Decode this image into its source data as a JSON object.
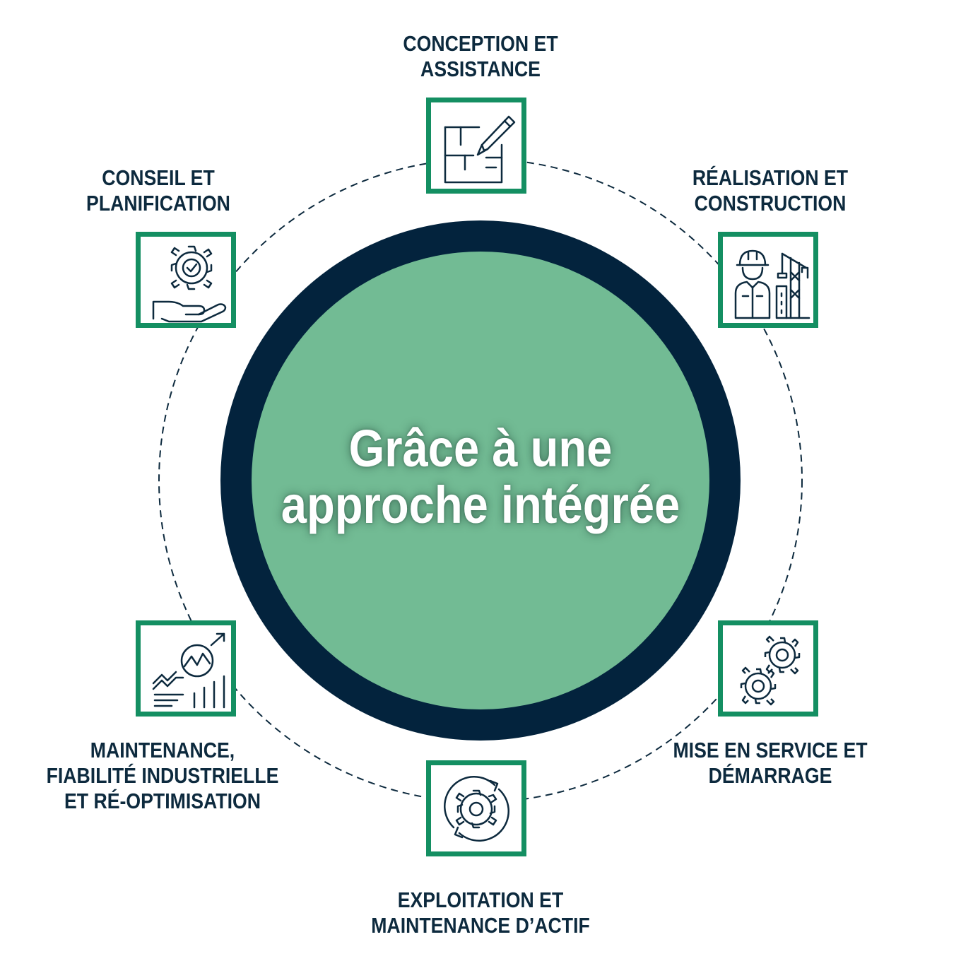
{
  "center": {
    "line1": "Grâce à une",
    "line2": "approche intégrée"
  },
  "colors": {
    "ring": "#03233d",
    "disk": "#72bb94",
    "box_border": "#148f62",
    "text": "#0d2a3e"
  },
  "steps": [
    {
      "line1": "CONCEPTION ET",
      "line2": "ASSISTANCE",
      "icon": "blueprint-pencil-icon"
    },
    {
      "line1": "RÉALISATION ET",
      "line2": "CONSTRUCTION",
      "icon": "worker-crane-icon"
    },
    {
      "line1": "MISE EN SERVICE ET",
      "line2": "DÉMARRAGE",
      "icon": "gears-icon"
    },
    {
      "line1": "EXPLOITATION ET",
      "line2": "MAINTENANCE D’ACTIF",
      "icon": "gear-cycle-icon"
    },
    {
      "line1": "MAINTENANCE,",
      "line2": "FIABILITÉ INDUSTRIELLE",
      "line3": "ET RÉ-OPTIMISATION",
      "icon": "growth-chart-icon"
    },
    {
      "line1": "CONSEIL ET",
      "line2": "PLANIFICATION",
      "icon": "gear-hand-icon"
    }
  ]
}
